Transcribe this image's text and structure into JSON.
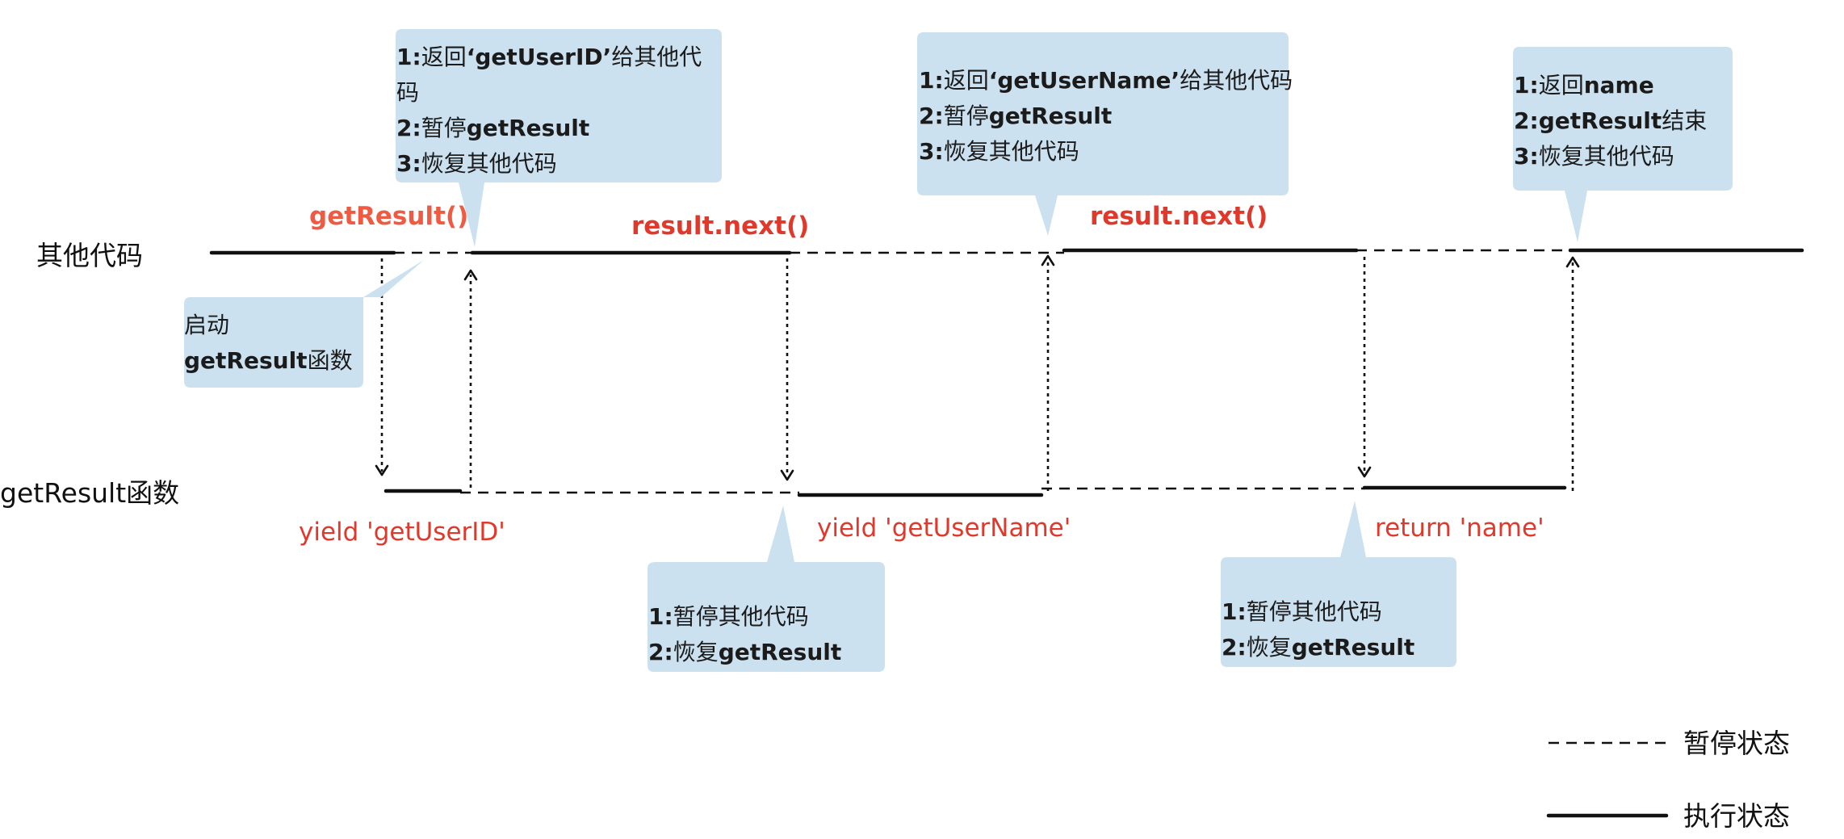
{
  "rows": {
    "other_code": "其他代码",
    "generator": "getResult函数"
  },
  "calls": {
    "start": "getResult()",
    "next_1": "result.next()",
    "next_2": "result.next()"
  },
  "yields": {
    "yield_1": "yield 'getUserID'",
    "yield_2": "yield 'getUserName'",
    "return": "return 'name'"
  },
  "notes": {
    "start_func": [
      [
        {
          "t": "启动",
          "b": false
        }
      ],
      [
        {
          "t": "getResult",
          "b": true
        },
        {
          "t": "函数",
          "b": false
        }
      ]
    ],
    "return_userid": [
      [
        {
          "t": "1:",
          "b": true
        },
        {
          "t": "返回",
          "b": false
        },
        {
          "t": "‘getUserID’",
          "b": true
        },
        {
          "t": "给其他代",
          "b": false
        }
      ],
      [
        {
          "t": "码",
          "b": false
        }
      ],
      [
        {
          "t": "2:",
          "b": true
        },
        {
          "t": "暂停",
          "b": false
        },
        {
          "t": "getResult",
          "b": true
        }
      ],
      [
        {
          "t": "3:",
          "b": true
        },
        {
          "t": "恢复其他代码",
          "b": false
        }
      ]
    ],
    "pause_1": [
      [
        {
          "t": "1:",
          "b": true
        },
        {
          "t": "暂停其他代码",
          "b": false
        }
      ],
      [
        {
          "t": "2:",
          "b": true
        },
        {
          "t": "恢复",
          "b": false
        },
        {
          "t": "getResult",
          "b": true
        }
      ]
    ],
    "return_username": [
      [
        {
          "t": "1:",
          "b": true
        },
        {
          "t": "返回",
          "b": false
        },
        {
          "t": "‘getUserName’",
          "b": true
        },
        {
          "t": "给其他代码",
          "b": false
        }
      ],
      [
        {
          "t": "2:",
          "b": true
        },
        {
          "t": "暂停",
          "b": false
        },
        {
          "t": "getResult",
          "b": true
        }
      ],
      [
        {
          "t": "3:",
          "b": true
        },
        {
          "t": "恢复其他代码",
          "b": false
        }
      ]
    ],
    "pause_2": [
      [
        {
          "t": "1:",
          "b": true
        },
        {
          "t": "暂停其他代码",
          "b": false
        }
      ],
      [
        {
          "t": "2:",
          "b": true
        },
        {
          "t": "恢复",
          "b": false
        },
        {
          "t": "getResult",
          "b": true
        }
      ]
    ],
    "return_name": [
      [
        {
          "t": "1:",
          "b": true
        },
        {
          "t": "返回",
          "b": false
        },
        {
          "t": "name",
          "b": true
        }
      ],
      [
        {
          "t": "2:",
          "b": true
        },
        {
          "t": "getResult",
          "b": true
        },
        {
          "t": "结束",
          "b": false
        }
      ],
      [
        {
          "t": "3:",
          "b": true
        },
        {
          "t": "恢复其他代码",
          "b": false
        }
      ]
    ]
  },
  "legend": {
    "paused": "暂停状态",
    "running": "执行状态"
  },
  "colors": {
    "bubble": "#cce1f0",
    "highlight": "#e0392b",
    "line": "#111111"
  }
}
